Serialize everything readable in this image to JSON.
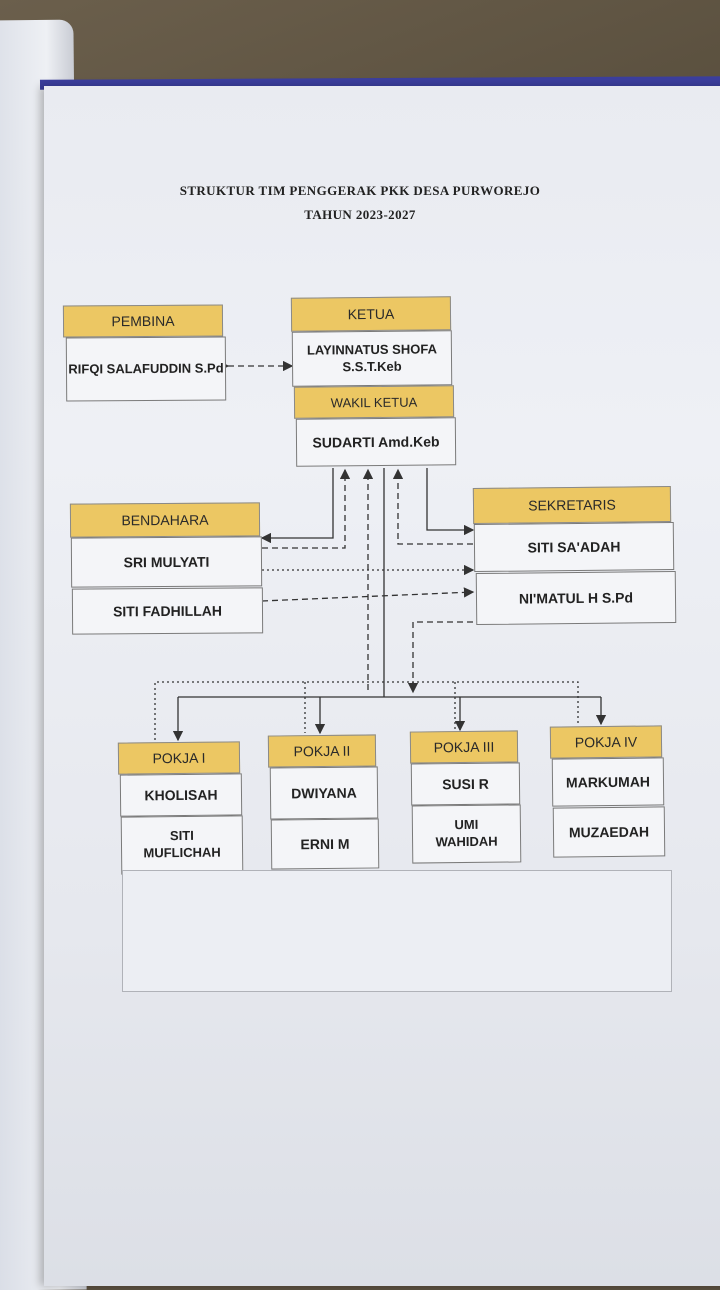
{
  "title_line1": "STRUKTUR TIM PENGGERAK PKK DESA PURWOREJO",
  "title_line2": "TAHUN 2023-2027",
  "pembina": {
    "label": "PEMBINA",
    "name": "RIFQI SALAFUDDIN S.Pd"
  },
  "ketua": {
    "label": "KETUA",
    "name_line1": "LAYINNATUS SHOFA",
    "name_line2": "S.S.T.Keb"
  },
  "wakil": {
    "label": "WAKIL KETUA",
    "name": "SUDARTI Amd.Keb"
  },
  "bendahara": {
    "label": "BENDAHARA",
    "member1": "SRI MULYATI",
    "member2": "SITI FADHILLAH"
  },
  "sekretaris": {
    "label": "SEKRETARIS",
    "member1": "SITI  SA'ADAH",
    "member2": "NI'MATUL H S.Pd"
  },
  "pokja1": {
    "label": "POKJA I",
    "member1": "KHOLISAH",
    "member2_line1": "SITI",
    "member2_line2": "MUFLICHAH"
  },
  "pokja2": {
    "label": "POKJA II",
    "member1": "DWIYANA",
    "member2": "ERNI M"
  },
  "pokja3": {
    "label": "POKJA III",
    "member1": "SUSI R",
    "member2_line1": "UMI",
    "member2_line2": "WAHIDAH"
  },
  "pokja4": {
    "label": "POKJA IV",
    "member1": "MARKUMAH",
    "member2": "MUZAEDAH"
  },
  "colors": {
    "header_fill": "#ecc763",
    "box_border": "#7a7a7a",
    "line": "#333333"
  }
}
